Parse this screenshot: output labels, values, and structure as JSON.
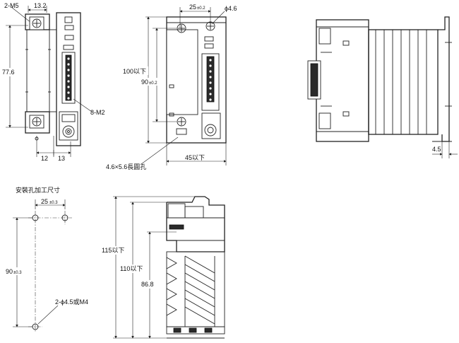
{
  "front": {
    "screw_label": "2-M5",
    "width_top": "13.2",
    "height": "77.6",
    "terminal_label": "8-M2",
    "bottom_left": "12",
    "bottom_right": "13"
  },
  "side": {
    "top_pitch": "25",
    "top_tol": "±0.2",
    "hole_dia": "ϕ4.6",
    "height_max": "100以下",
    "height_pitch": "90",
    "height_tol": "±0.2",
    "slot_label": "4.6×5.6長圓孔",
    "width_max": "45以下"
  },
  "back": {
    "offset": "4.5"
  },
  "mount": {
    "title": "安裝孔加工尺寸",
    "pitch_x": "25",
    "pitch_x_tol": "±0.3",
    "pitch_y": "90",
    "pitch_y_tol": "±0.3",
    "hole_label": "2-ϕ4.5或M4"
  },
  "profile": {
    "h_total": "115以下",
    "h_body": "110以下",
    "h_fin": "86.8"
  }
}
